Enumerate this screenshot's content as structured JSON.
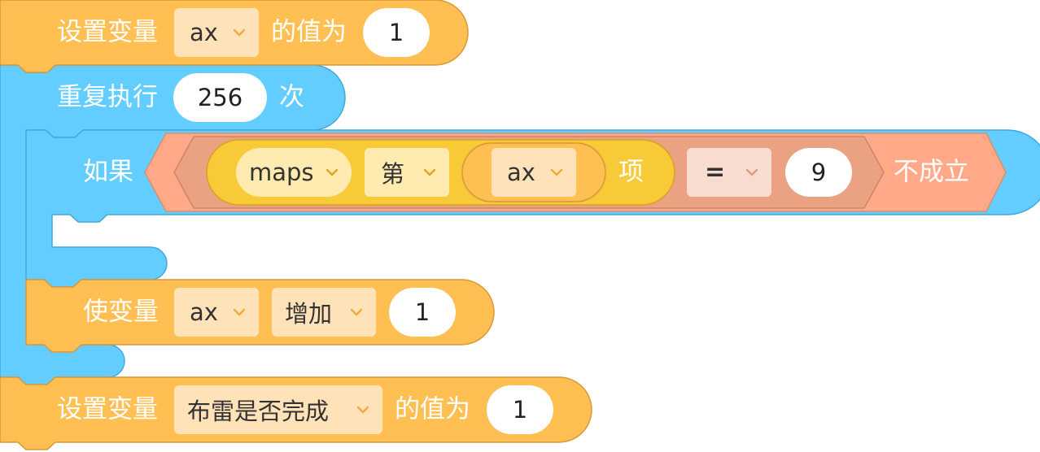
{
  "colors": {
    "orange_block": "#FFBF52",
    "orange_border": "#D9973A",
    "blue_block": "#64CDFF",
    "blue_border": "#3FA9DA",
    "salmon_block": "#FFA988",
    "salmon_inner": "#EBA282",
    "yellow_block": "#F8CA38",
    "yellow_border": "#D6A21F",
    "dropdown_light": "#FFE2B8",
    "dropdown_yellow": "#FFEBB0",
    "dropdown_op": "#F8DCD0"
  },
  "blocks": {
    "set_ax": {
      "label": "设置变量",
      "variable": "ax",
      "suffix": "的值为",
      "value": "1"
    },
    "repeat": {
      "label": "重复执行",
      "times": "256",
      "suffix": "次"
    },
    "if": {
      "label": "如果",
      "list_name": "maps",
      "nth_label": "第",
      "index_var": "ax",
      "item_label": "项",
      "operator": "=",
      "compare_value": "9",
      "negation": "不成立"
    },
    "change_ax": {
      "label": "使变量",
      "variable": "ax",
      "mode": "增加",
      "value": "1"
    },
    "set_done": {
      "label": "设置变量",
      "variable": "布雷是否完成",
      "suffix": "的值为",
      "value": "1"
    }
  }
}
